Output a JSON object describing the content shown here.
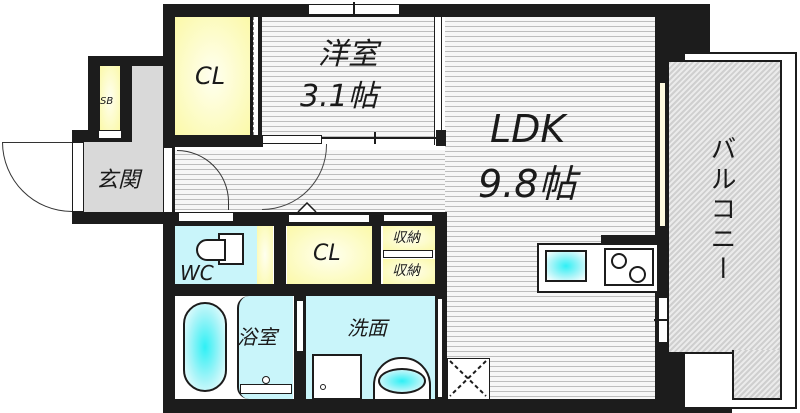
{
  "floorplan": {
    "rooms": {
      "ldk": {
        "name": "LDK",
        "size": "9.8帖"
      },
      "western_room": {
        "name": "洋室",
        "size": "3.1帖"
      },
      "closet_top": {
        "name": "CL"
      },
      "closet_middle": {
        "name": "CL"
      },
      "shoe_box": {
        "name": "SB"
      },
      "entrance": {
        "name": "玄関"
      },
      "toilet": {
        "name": "WC"
      },
      "bathroom": {
        "name": "浴室"
      },
      "washroom": {
        "name": "洗面"
      },
      "storage_1": {
        "name": "収納"
      },
      "storage_2": {
        "name": "収納"
      },
      "balcony": {
        "name": "バルコニー"
      }
    },
    "colors": {
      "wall": "#1c1c1c",
      "closet": "#fbf9a8",
      "wet_area": "#c9f5fa",
      "entrance": "#d9d9d9",
      "balcony": "#d6d6d6",
      "fixture_accent": "#2ff0f5"
    }
  }
}
